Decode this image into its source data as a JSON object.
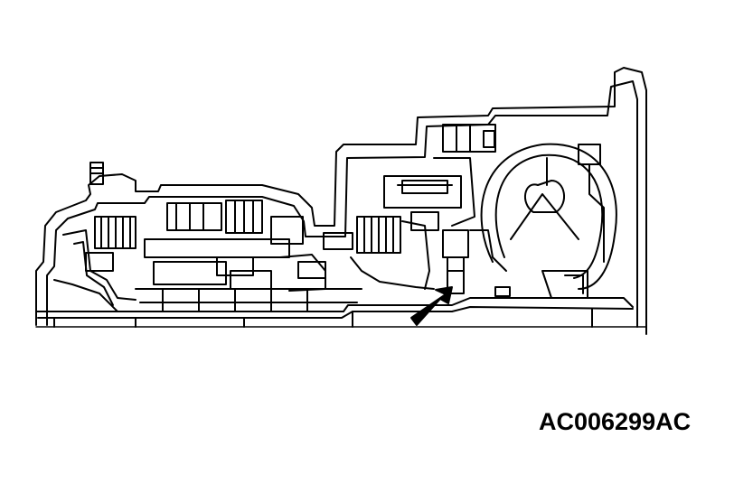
{
  "figure": {
    "reference_code": "AC006299AC",
    "subject": "transmission-case-cross-section",
    "pointer": "arrow",
    "colors": {
      "line": "#000000",
      "background": "#ffffff"
    }
  }
}
